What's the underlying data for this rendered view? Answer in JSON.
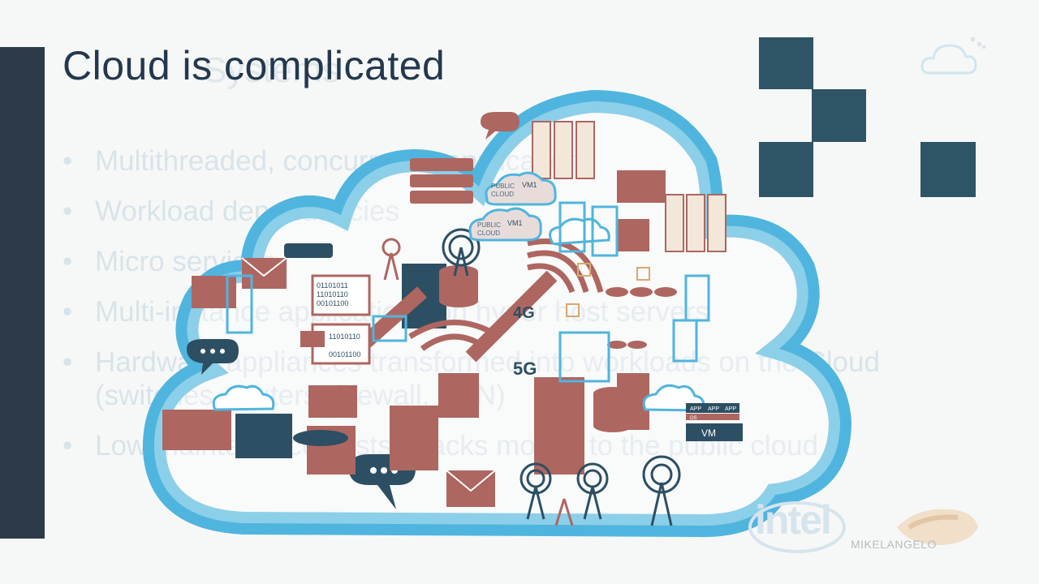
{
  "slide": {
    "title": "Cloud is complicated",
    "ghost_title": "Systems",
    "bullets": [
      "Multithreaded, concurrency applications",
      "Workload dependencies",
      "Micro services",
      "Multi-instance applications on hyper host servers",
      "Hardware appliances transformed into workloads on the Cloud (switches, routers, firewall, VPN)",
      "Low maintenance costs, stacks moved to the public cloud"
    ],
    "bullet_symbol": "•"
  },
  "illustration": {
    "labels": {
      "public_cloud_1": "PUBLIC",
      "public_cloud_2": "CLOUD",
      "vm1": "VM1",
      "vm": "VM",
      "app": "APP",
      "os": "OS",
      "fiveg": "5G",
      "fourg": "4G",
      "binary_1": "01101011",
      "binary_2": "11010110",
      "binary_3": "00101100"
    },
    "icons": [
      "cloud-icon",
      "server-icon",
      "router-icon",
      "antenna-icon",
      "database-icon",
      "chat-bubble-icon",
      "envelope-icon",
      "network-icon"
    ]
  },
  "logos": {
    "intel": "intel",
    "mikelangelo": "MIKELANGELO"
  },
  "colors": {
    "cloud_blue": "#4fb5de",
    "device_red": "#ae6660",
    "navy": "#2f5466",
    "left_bar": "#2c3a49"
  }
}
